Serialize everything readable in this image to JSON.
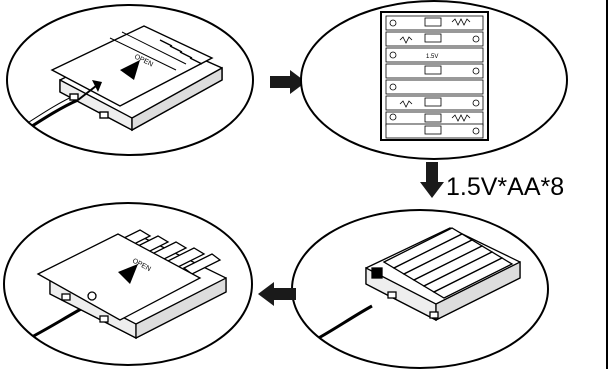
{
  "steps": [
    {
      "id": 1,
      "open_label": "OPEN"
    },
    {
      "id": 2,
      "battery_label": "1.5V"
    },
    {
      "id": 3
    },
    {
      "id": 4,
      "open_label": "OPEN"
    }
  ],
  "spec_label": "1.5V*AA*8",
  "colors": {
    "ink": "#000000",
    "paper": "#ffffff",
    "arrow": "#1a1a1a"
  },
  "icons": [
    "arrow-right-icon",
    "arrow-down-icon",
    "arrow-left-icon"
  ]
}
